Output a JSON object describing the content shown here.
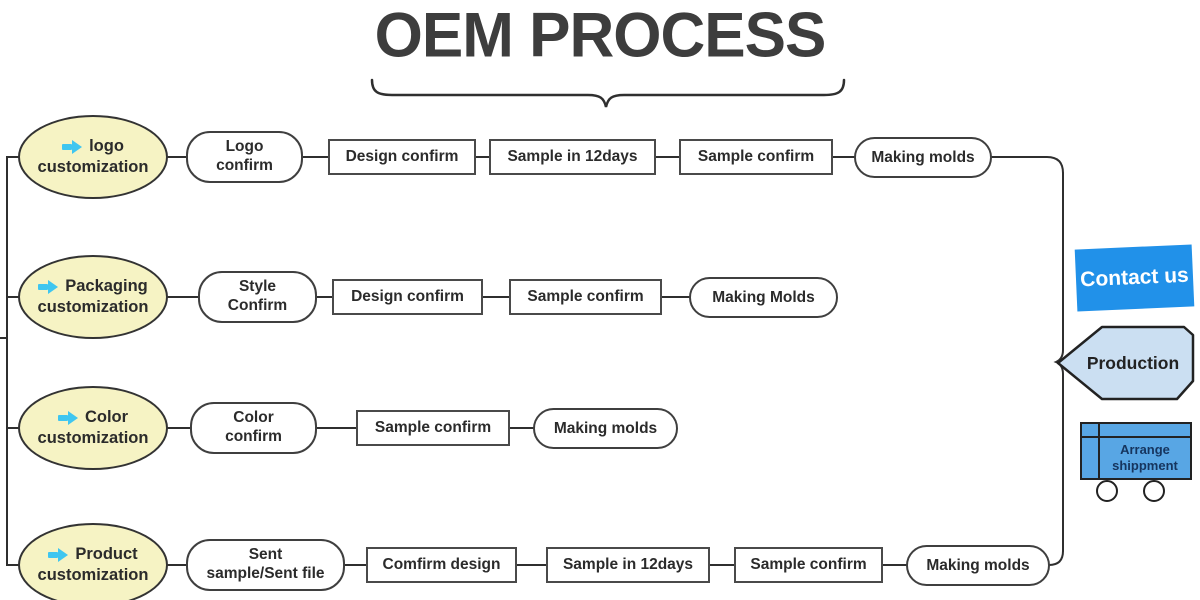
{
  "title": "OEM PROCESS",
  "rows": [
    {
      "topic": {
        "line1": "logo",
        "line2": "customization"
      },
      "steps": [
        {
          "label": "Logo\nconfirm"
        },
        {
          "label": "Design confirm"
        },
        {
          "label": "Sample in 12days"
        },
        {
          "label": "Sample confirm"
        },
        {
          "label": "Making molds"
        }
      ]
    },
    {
      "topic": {
        "line1": "Packaging",
        "line2": "customization"
      },
      "steps": [
        {
          "label": "Style\nConfirm"
        },
        {
          "label": "Design confirm"
        },
        {
          "label": "Sample confirm"
        },
        {
          "label": "Making Molds"
        }
      ]
    },
    {
      "topic": {
        "line1": "Color",
        "line2": "customization"
      },
      "steps": [
        {
          "label": "Color\nconfirm"
        },
        {
          "label": "Sample confirm"
        },
        {
          "label": "Making molds"
        }
      ]
    },
    {
      "topic": {
        "line1": "Product",
        "line2": "customization"
      },
      "steps": [
        {
          "label": "Sent\nsample/Sent file"
        },
        {
          "label": "Comfirm design"
        },
        {
          "label": "Sample in 12days"
        },
        {
          "label": "Sample confirm"
        },
        {
          "label": "Making molds"
        }
      ]
    }
  ],
  "right_panel": {
    "contact_label": "Contact us",
    "production_label": "Production",
    "shipment_label": "Arrange\nshippment"
  },
  "colors": {
    "topic_fill": "#f6f3c4",
    "accent_arrow": "#3fc6f0",
    "contact_bg": "#2191e9",
    "production_fill": "#cbdff2",
    "truck_fill": "#58a6e4",
    "connector": "#2f2f2f"
  }
}
